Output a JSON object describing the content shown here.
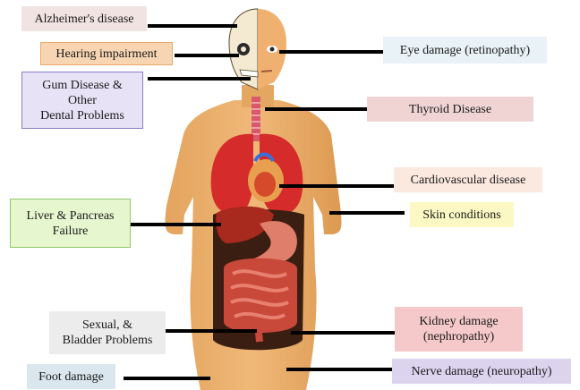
{
  "labels": {
    "alzheimers": "Alzheimer's disease",
    "hearing": "Hearing impairment",
    "gum_line1": "Gum Disease &",
    "gum_line2": "Other",
    "gum_line3": "Dental Problems",
    "liver_line1": "Liver & Pancreas",
    "liver_line2": "Failure",
    "sexual_line1": "Sexual, &",
    "sexual_line2": "Bladder Problems",
    "foot": "Foot damage",
    "eye": "Eye damage (retinopathy)",
    "thyroid": "Thyroid Disease",
    "cardio": "Cardiovascular disease",
    "skin": "Skin conditions",
    "kidney_line1": "Kidney damage",
    "kidney_line2": "(nephropathy)",
    "nerve": "Nerve damage (neuropathy)"
  },
  "colors": {
    "alzheimers": "#f2e3e3",
    "hearing": "#f7d5b3",
    "hearing_border": "#e8a868",
    "gum": "#e7e2f5",
    "gum_border": "#8c7cc8",
    "liver": "#e6f7d0",
    "liver_border": "#8fc86a",
    "sexual": "#ececec",
    "foot": "#dae7ee",
    "eye": "#e9f2f6",
    "thyroid": "#f0d4d4",
    "cardio": "#fbe8de",
    "skin": "#fbf8c4",
    "kidney": "#f5c9c9",
    "nerve": "#dcd3ee",
    "skin_tone": "#e8ab66",
    "skull": "#f4ead2"
  }
}
